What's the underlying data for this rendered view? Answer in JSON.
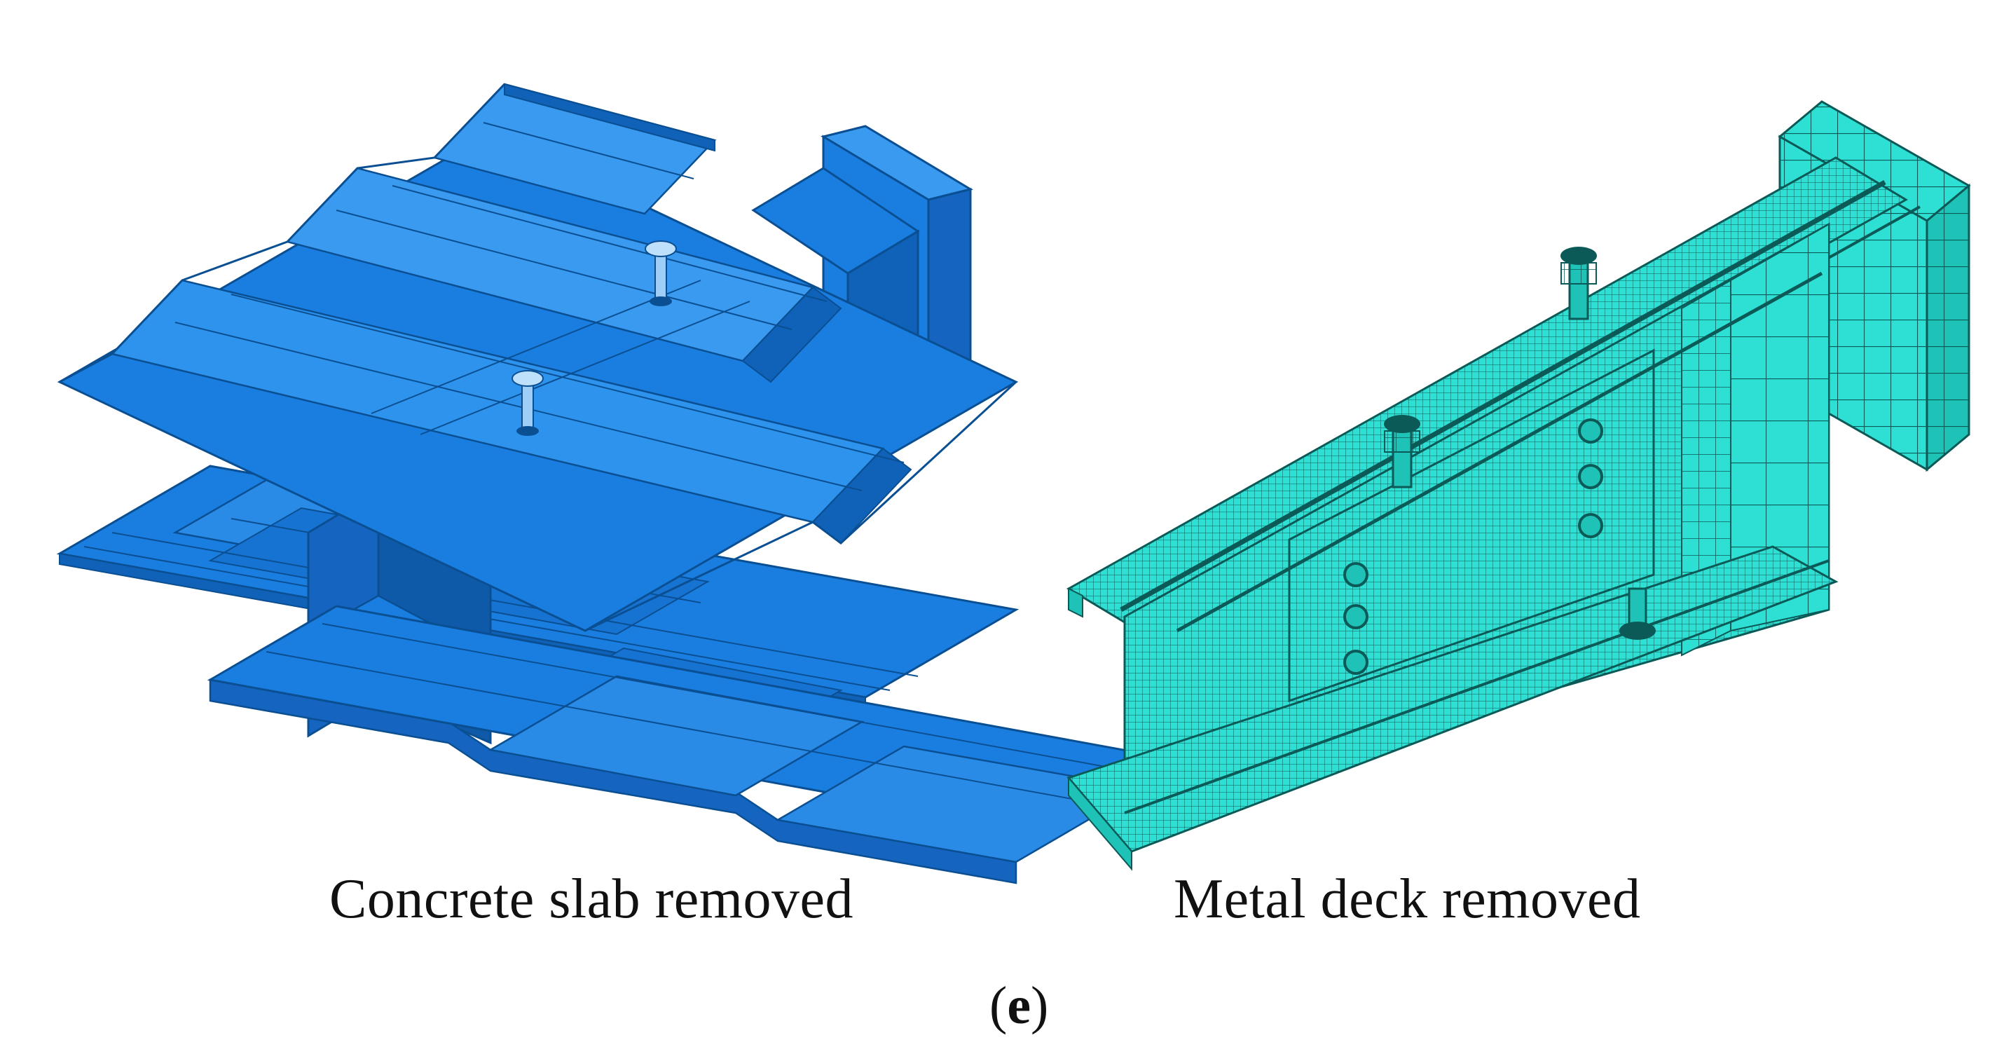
{
  "figure": {
    "panel_label_open": "(",
    "panel_label_letter": "e",
    "panel_label_close": ")",
    "left_panel": {
      "caption": "Concrete slab removed",
      "color": "#1a7ee0",
      "edge_color": "#0b4f93"
    },
    "right_panel": {
      "caption": "Metal deck removed",
      "color": "#2ee0d3",
      "mesh_color": "#0c5a57"
    }
  }
}
